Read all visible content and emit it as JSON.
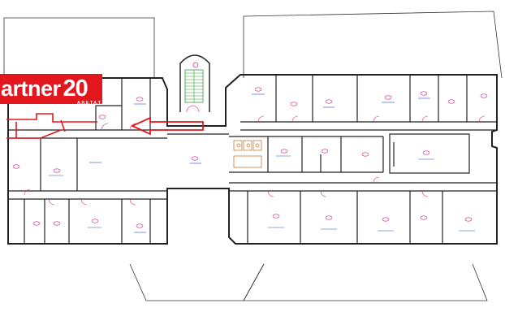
{
  "logo": {
    "word": "artner",
    "number": "20",
    "sub": "A.R.E.T.A.T."
  },
  "colors": {
    "brand": "#e4161d",
    "wall": "#222222",
    "label": "#1a4fd6",
    "marker": "#cc2a8a",
    "stair": "#2f9e2f"
  }
}
